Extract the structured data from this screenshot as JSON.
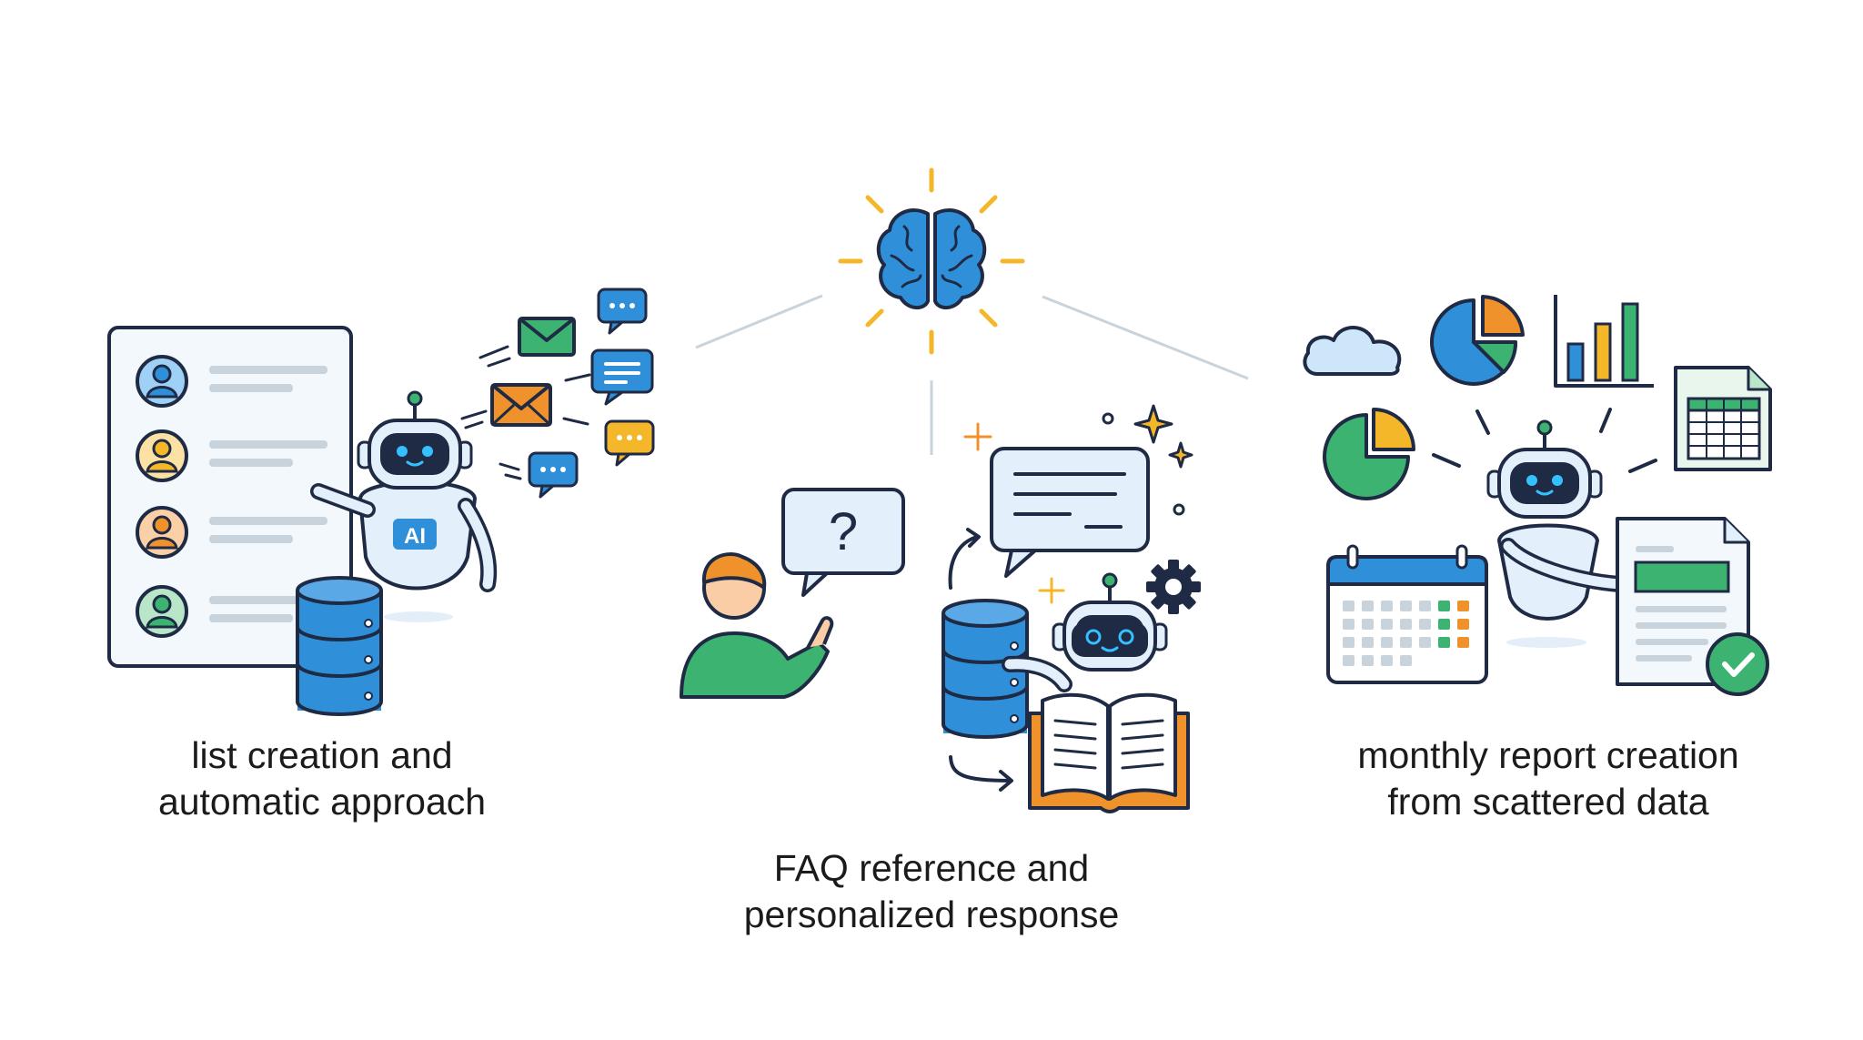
{
  "robot_badge": "AI",
  "question_mark": "?",
  "captions": {
    "left": [
      "list creation and",
      "automatic approach"
    ],
    "middle": [
      "FAQ reference and",
      "personalized response"
    ],
    "right": [
      "monthly report creation",
      "from scattered data"
    ]
  },
  "icons": {
    "hub": "brain-icon",
    "left": [
      "contact-list-icon",
      "robot-icon",
      "database-icon",
      "email-icon",
      "chat-bubble-icon"
    ],
    "middle": [
      "user-icon",
      "question-bubble-icon",
      "answer-bubble-icon",
      "database-icon",
      "robot-icon",
      "book-icon",
      "gear-icon",
      "sparkle-icon"
    ],
    "right": [
      "cloud-icon",
      "pie-chart-icon",
      "bar-chart-icon",
      "spreadsheet-icon",
      "calendar-icon",
      "report-document-icon",
      "checkmark-icon",
      "robot-icon"
    ]
  },
  "colors": {
    "outline": "#1f2a44",
    "primary_blue": "#2f8fd8",
    "light_blue": "#e3f0fb",
    "green": "#3cb371",
    "orange": "#f0922b",
    "yellow": "#f4b729",
    "connector": "#c9d3dc"
  }
}
